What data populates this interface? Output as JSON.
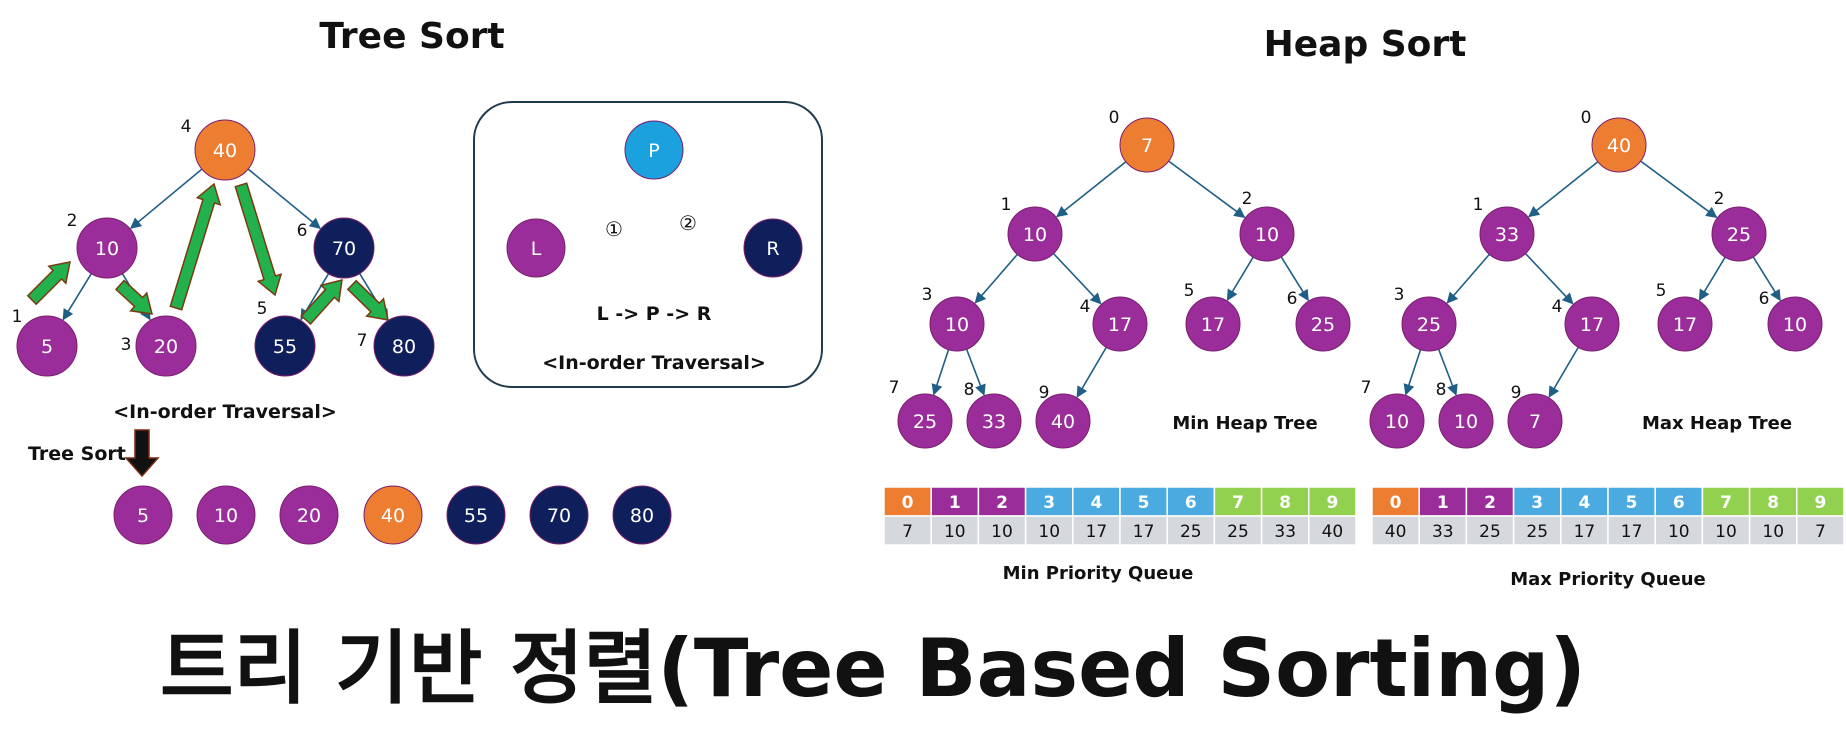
{
  "main_title": "트리 기반 정렬(Tree Based Sorting)",
  "colors": {
    "orange": "#ED7D31",
    "purple": "#9B2D9B",
    "navy": "#0F1F5C",
    "blue": "#1BA1DD",
    "green": "#22B14C",
    "edge": "#1F5F86",
    "q_blue": "#4BAADF",
    "q_green": "#92D050",
    "q_gray": "#D5D8DC"
  },
  "tree_sort": {
    "title": "Tree Sort",
    "nodes": [
      {
        "value": "40",
        "index": "4",
        "color": "orange"
      },
      {
        "value": "10",
        "index": "2",
        "color": "purple"
      },
      {
        "value": "70",
        "index": "6",
        "color": "navy"
      },
      {
        "value": "5",
        "index": "1",
        "color": "purple"
      },
      {
        "value": "20",
        "index": "3",
        "color": "purple"
      },
      {
        "value": "55",
        "index": "5",
        "color": "navy"
      },
      {
        "value": "80",
        "index": "7",
        "color": "navy"
      }
    ],
    "traversal_label": "<In-order Traversal>",
    "sorted_label": "Tree Sort",
    "sorted": [
      {
        "value": "5",
        "color": "purple"
      },
      {
        "value": "10",
        "color": "purple"
      },
      {
        "value": "20",
        "color": "purple"
      },
      {
        "value": "40",
        "color": "orange"
      },
      {
        "value": "55",
        "color": "navy"
      },
      {
        "value": "70",
        "color": "navy"
      },
      {
        "value": "80",
        "color": "navy"
      }
    ]
  },
  "inorder_box": {
    "parent": "P",
    "left": "L",
    "right": "R",
    "step1": "①",
    "step2": "②",
    "order": "L -> P -> R",
    "label": "<In-order Traversal>"
  },
  "heap_sort": {
    "title": "Heap Sort",
    "min_heap": {
      "label": "Min Heap Tree",
      "nodes": [
        {
          "value": "7",
          "index": "0"
        },
        {
          "value": "10",
          "index": "1"
        },
        {
          "value": "10",
          "index": "2"
        },
        {
          "value": "10",
          "index": "3"
        },
        {
          "value": "17",
          "index": "4"
        },
        {
          "value": "17",
          "index": "5"
        },
        {
          "value": "25",
          "index": "6"
        },
        {
          "value": "25",
          "index": "7"
        },
        {
          "value": "33",
          "index": "8"
        },
        {
          "value": "40",
          "index": "9"
        }
      ],
      "queue_label": "Min Priority Queue",
      "queue_indices": [
        "0",
        "1",
        "2",
        "3",
        "4",
        "5",
        "6",
        "7",
        "8",
        "9"
      ],
      "queue_values": [
        "7",
        "10",
        "10",
        "10",
        "17",
        "17",
        "25",
        "25",
        "33",
        "40"
      ]
    },
    "max_heap": {
      "label": "Max Heap Tree",
      "nodes": [
        {
          "value": "40",
          "index": "0"
        },
        {
          "value": "33",
          "index": "1"
        },
        {
          "value": "25",
          "index": "2"
        },
        {
          "value": "25",
          "index": "3"
        },
        {
          "value": "17",
          "index": "4"
        },
        {
          "value": "17",
          "index": "5"
        },
        {
          "value": "10",
          "index": "6"
        },
        {
          "value": "10",
          "index": "7"
        },
        {
          "value": "10",
          "index": "8"
        },
        {
          "value": "7",
          "index": "9"
        }
      ],
      "queue_label": "Max Priority Queue",
      "queue_indices": [
        "0",
        "1",
        "2",
        "3",
        "4",
        "5",
        "6",
        "7",
        "8",
        "9"
      ],
      "queue_values": [
        "40",
        "33",
        "25",
        "25",
        "17",
        "17",
        "10",
        "10",
        "10",
        "7"
      ]
    }
  }
}
